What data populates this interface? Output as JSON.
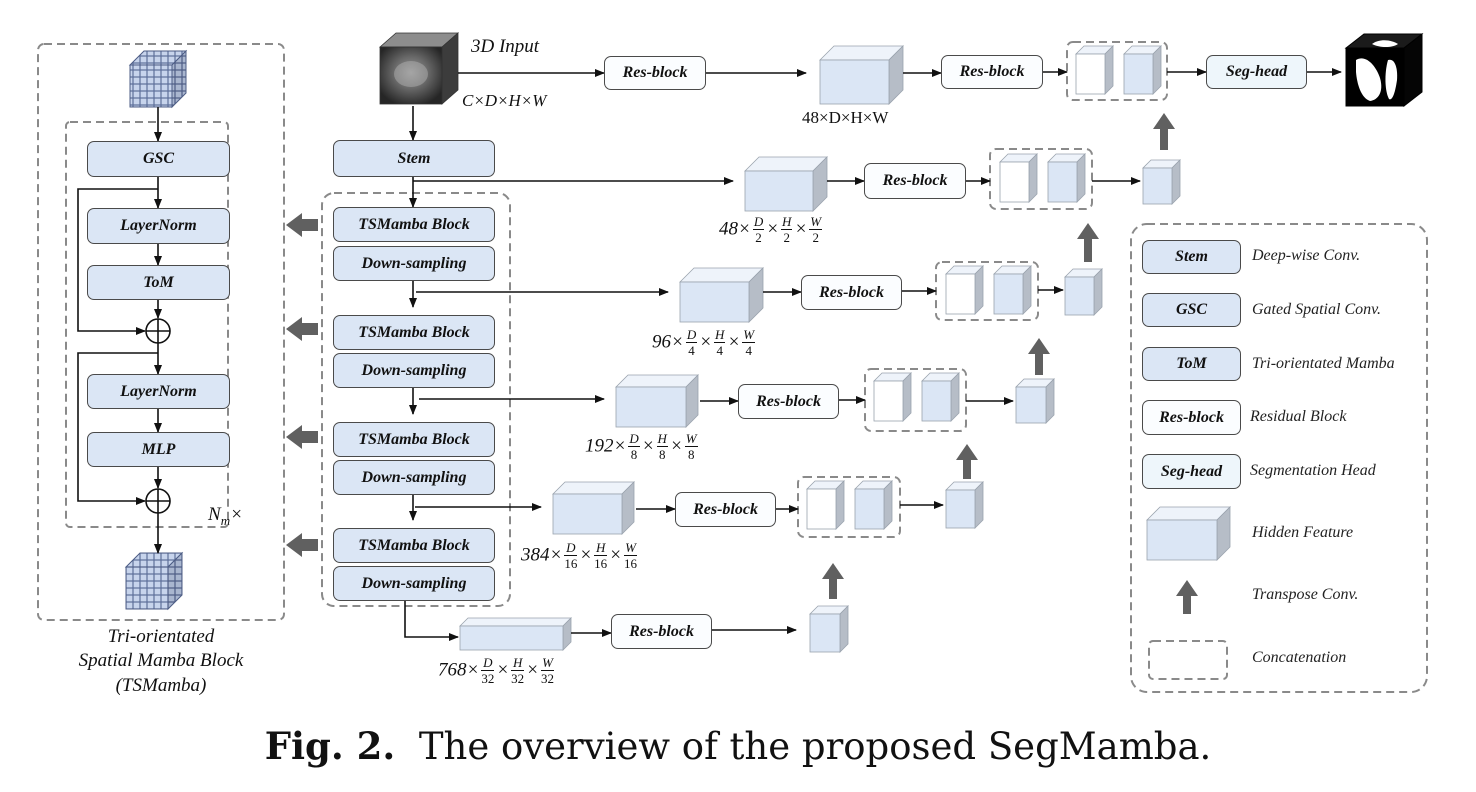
{
  "diagram": {
    "input_label": "3D Input",
    "input_dims": "C×D×H×W",
    "stem": "Stem",
    "tsmamba_block": "TSMamba Block",
    "down_sampling": "Down-sampling",
    "res_block": "Res-block",
    "seg_head": "Seg-head",
    "tsm": {
      "gsc": "GSC",
      "layernorm": "LayerNorm",
      "tom": "ToM",
      "mlp": "MLP",
      "repeat_N": "N",
      "repeat_sub": "m",
      "repeat_x": "×",
      "title_line1": "Tri-orientated",
      "title_line2": "Spatial Mamba Block",
      "title_line3": "(TSMamba)"
    },
    "features": [
      {
        "channels": "48×D×H×W"
      },
      {
        "channels": "48×",
        "d": "2",
        "h": "2",
        "w": "2"
      },
      {
        "channels": "96×",
        "d": "4",
        "h": "4",
        "w": "4"
      },
      {
        "channels": "192×",
        "d": "8",
        "h": "8",
        "w": "8"
      },
      {
        "channels": "384×",
        "d": "16",
        "h": "16",
        "w": "16"
      },
      {
        "channels": "768×",
        "d": "32",
        "h": "32",
        "w": "32"
      }
    ],
    "frac_symbols": {
      "D": "D",
      "H": "H",
      "W": "W",
      "times": "×"
    }
  },
  "legend": {
    "items": [
      {
        "key": "Stem",
        "desc": "Deep-wise Conv."
      },
      {
        "key": "GSC",
        "desc": "Gated Spatial Conv."
      },
      {
        "key": "ToM",
        "desc": "Tri-orientated Mamba"
      },
      {
        "key": "Res-block",
        "desc": "Residual Block"
      },
      {
        "key": "Seg-head",
        "desc": "Segmentation Head"
      },
      {
        "key": "",
        "desc": "Hidden Feature"
      },
      {
        "key": "",
        "desc": "Transpose Conv."
      },
      {
        "key": "",
        "desc": "Concatenation"
      }
    ]
  },
  "caption": {
    "label": "Fig. 2.",
    "text": "The overview of the proposed SegMamba."
  },
  "colors": {
    "module_fill": "#dbe6f5",
    "cube_front": "#dbe6f5",
    "cube_top": "#eef3fa",
    "cube_side": "#b6bdc7",
    "arrow_gray": "#606060",
    "dash": "#8a8a8a"
  }
}
